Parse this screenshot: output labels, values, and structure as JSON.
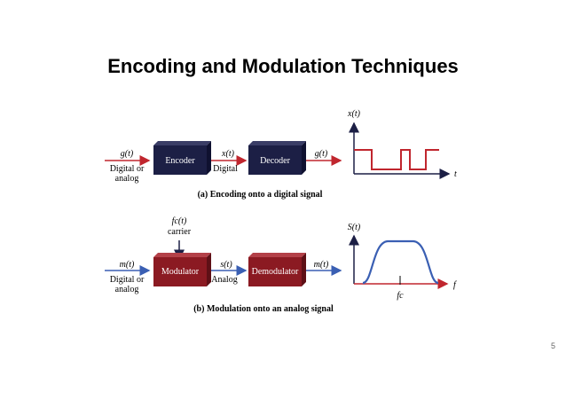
{
  "slide": {
    "title": "Encoding and Modulation Techniques",
    "page_number": "5"
  },
  "encoding": {
    "input_signal": "g(t)",
    "input_desc_1": "Digital or",
    "input_desc_2": "analog",
    "encoder_label": "Encoder",
    "mid_signal": "x(t)",
    "mid_desc": "Digital",
    "decoder_label": "Decoder",
    "output_signal": "g(t)",
    "caption": "(a) Encoding onto a digital signal",
    "plot_ylabel": "x(t)",
    "plot_xlabel": "t"
  },
  "modulation": {
    "carrier_signal": "fc(t)",
    "carrier_desc": "carrier",
    "input_signal": "m(t)",
    "input_desc_1": "Digital or",
    "input_desc_2": "analog",
    "modulator_label": "Modulator",
    "mid_signal": "s(t)",
    "mid_desc": "Analog",
    "demodulator_label": "Demodulator",
    "output_signal": "m(t)",
    "caption": "(b) Modulation onto an analog signal",
    "plot_ylabel": "S(t)",
    "plot_xlabel": "f",
    "plot_marker": "fc"
  },
  "colors": {
    "encoder_box": "#1c1f45",
    "modulator_box": "#8b1a22",
    "encode_line": "#c0262e",
    "modulate_line": "#3a5fb3",
    "axis": "#1c1f45"
  }
}
